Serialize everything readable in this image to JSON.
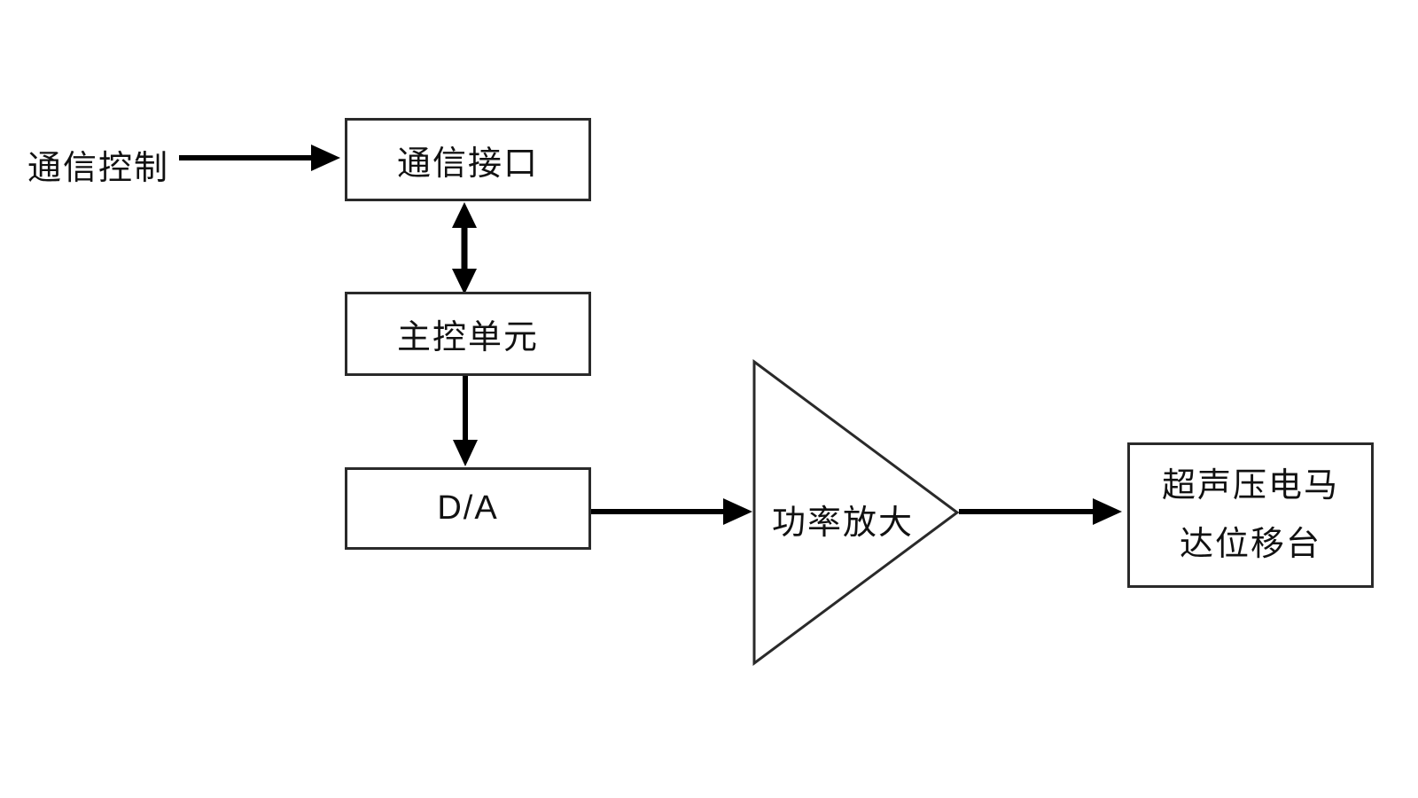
{
  "diagram": {
    "colors": {
      "background": "#ffffff",
      "arrow": "#000000",
      "box_border": "#2a2a2a",
      "text": "#111111"
    },
    "nodes": {
      "input_label": "通信控制",
      "comm_interface": "通信接口",
      "main_control": "主控单元",
      "da": "D/A",
      "power_amp": "功率放大",
      "motor_stage_line1": "超声压电马",
      "motor_stage_line2": "达位移台"
    },
    "edges": [
      {
        "from": "通信控制",
        "to": "通信接口",
        "type": "arrow-right"
      },
      {
        "from": "通信接口",
        "to": "主控单元",
        "type": "arrow-bidirectional-vertical"
      },
      {
        "from": "主控单元",
        "to": "D/A",
        "type": "arrow-down"
      },
      {
        "from": "D/A",
        "to": "功率放大",
        "type": "arrow-right"
      },
      {
        "from": "功率放大",
        "to": "超声压电马达位移台",
        "type": "arrow-right"
      }
    ]
  }
}
